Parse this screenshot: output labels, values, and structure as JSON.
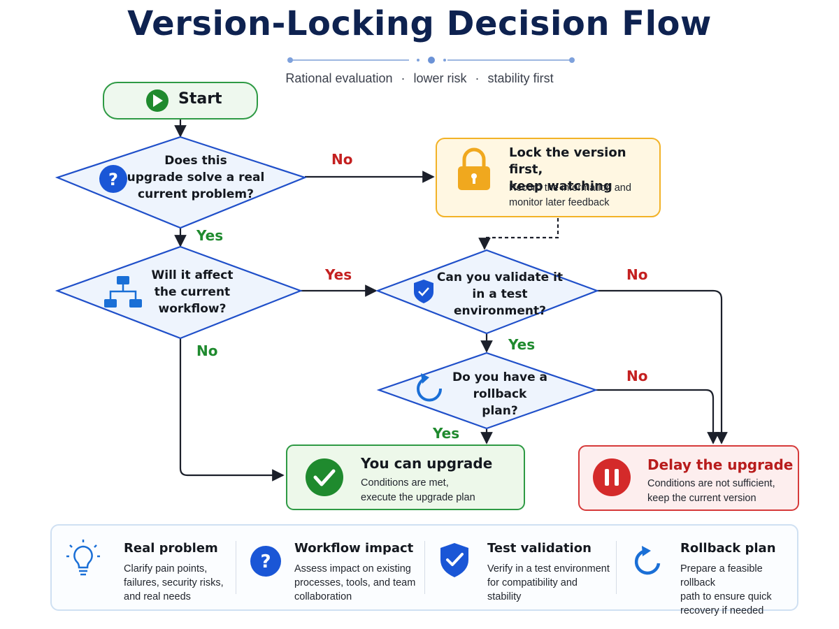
{
  "title": "Version-Locking Decision Flow",
  "subtitle": {
    "parts": [
      "Rational evaluation",
      "lower risk",
      "stability first"
    ],
    "separator": "·"
  },
  "nodes": {
    "start": {
      "label": "Start"
    },
    "q_problem": {
      "lines": [
        "Does this",
        "upgrade solve a real",
        "current problem?"
      ],
      "icon": "question-icon"
    },
    "q_workflow": {
      "lines": [
        "Will it affect",
        "the current",
        "workflow?"
      ],
      "icon": "org-chart-icon"
    },
    "q_test": {
      "lines": [
        "Can you validate it",
        "in a test",
        "environment?"
      ],
      "icon": "shield-check-icon"
    },
    "q_rollback": {
      "lines": [
        "Do you have a",
        "rollback",
        "plan?"
      ],
      "icon": "refresh-icon"
    },
    "lock": {
      "title_lines": [
        "Lock the version first,",
        "keep watching"
      ],
      "desc_lines": [
        "Record the information and",
        "monitor later feedback"
      ],
      "icon": "lock-icon"
    },
    "upgrade": {
      "title": "You can upgrade",
      "desc_lines": [
        "Conditions are met,",
        "execute the upgrade plan"
      ],
      "icon": "check-circle-icon"
    },
    "delay": {
      "title": "Delay the upgrade",
      "desc_lines": [
        "Conditions are not sufficient,",
        "keep the current version"
      ],
      "icon": "pause-circle-icon"
    }
  },
  "edge_labels": {
    "problem_no": "No",
    "problem_yes": "Yes",
    "workflow_yes": "Yes",
    "workflow_no": "No",
    "test_no": "No",
    "test_yes": "Yes",
    "rollback_no": "No",
    "rollback_yes": "Yes"
  },
  "legend": [
    {
      "title": "Real problem",
      "desc_lines": [
        "Clarify pain points,",
        "failures, security risks,",
        "and real needs"
      ],
      "icon": "lightbulb-icon"
    },
    {
      "title": "Workflow impact",
      "desc_lines": [
        "Assess impact on existing",
        "processes, tools, and team",
        "collaboration"
      ],
      "icon": "question-icon"
    },
    {
      "title": "Test validation",
      "desc_lines": [
        "Verify in a test environment",
        "for compatibility and",
        "stability"
      ],
      "icon": "shield-check-icon"
    },
    {
      "title": "Rollback plan",
      "desc_lines": [
        "Prepare a feasible rollback",
        "path to ensure quick",
        "recovery if needed"
      ],
      "icon": "refresh-icon"
    }
  ],
  "colors": {
    "title": "#0e2250",
    "node_blue_stroke": "#1f4fc9",
    "node_blue_fill": "#eef4fd",
    "start_stroke": "#2e9a44",
    "start_fill": "#eef8ee",
    "lock_stroke": "#f2b227",
    "lock_fill": "#fff7e2",
    "upgrade_stroke": "#2e9a44",
    "upgrade_fill": "#edf8ea",
    "delay_stroke": "#d63a3a",
    "delay_fill": "#fdeeee",
    "yes": "#1f8a2e",
    "no": "#c42020"
  }
}
